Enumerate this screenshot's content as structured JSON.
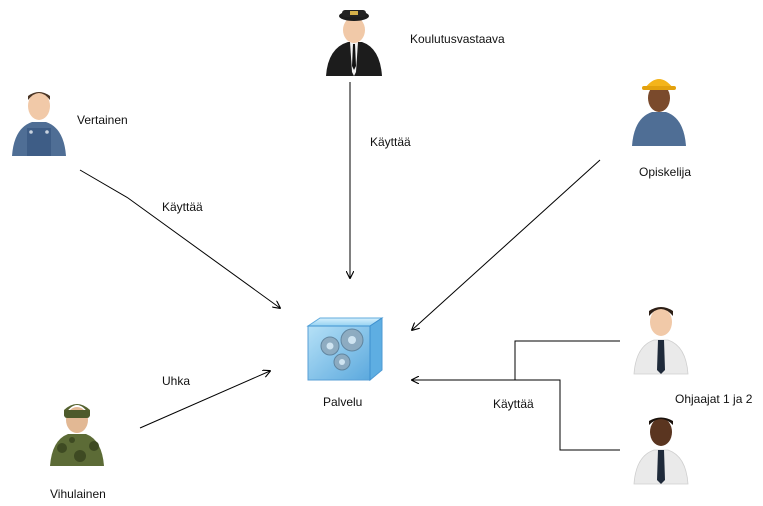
{
  "actors": {
    "koulutusvastaava": {
      "label": "Koulutusvastaava"
    },
    "vertainen": {
      "label": "Vertainen"
    },
    "opiskelija": {
      "label": "Opiskelija"
    },
    "vihulainen": {
      "label": "Vihulainen"
    },
    "ohjaajat": {
      "label": "Ohjaajat 1 ja 2"
    }
  },
  "service": {
    "label": "Palvelu"
  },
  "edges": {
    "vertainen_uses": "Käyttää",
    "koulutusvastaava_uses": "Käyttää",
    "ohjaajat_uses": "Käyttää",
    "vihulainen_threat": "Uhka"
  },
  "colors": {
    "line": "#000000",
    "skin_light": "#f1c9a8",
    "skin_dark": "#7a4a2c",
    "shirt_blue": "#4f6e95",
    "suit_black": "#1c1c1c",
    "coat_white": "#eaeaea",
    "camo_green": "#5c6b36",
    "helmet_yellow": "#f4b41a",
    "cube_blue": "#7cc4ee",
    "gear_gray": "#9bb3c4"
  }
}
